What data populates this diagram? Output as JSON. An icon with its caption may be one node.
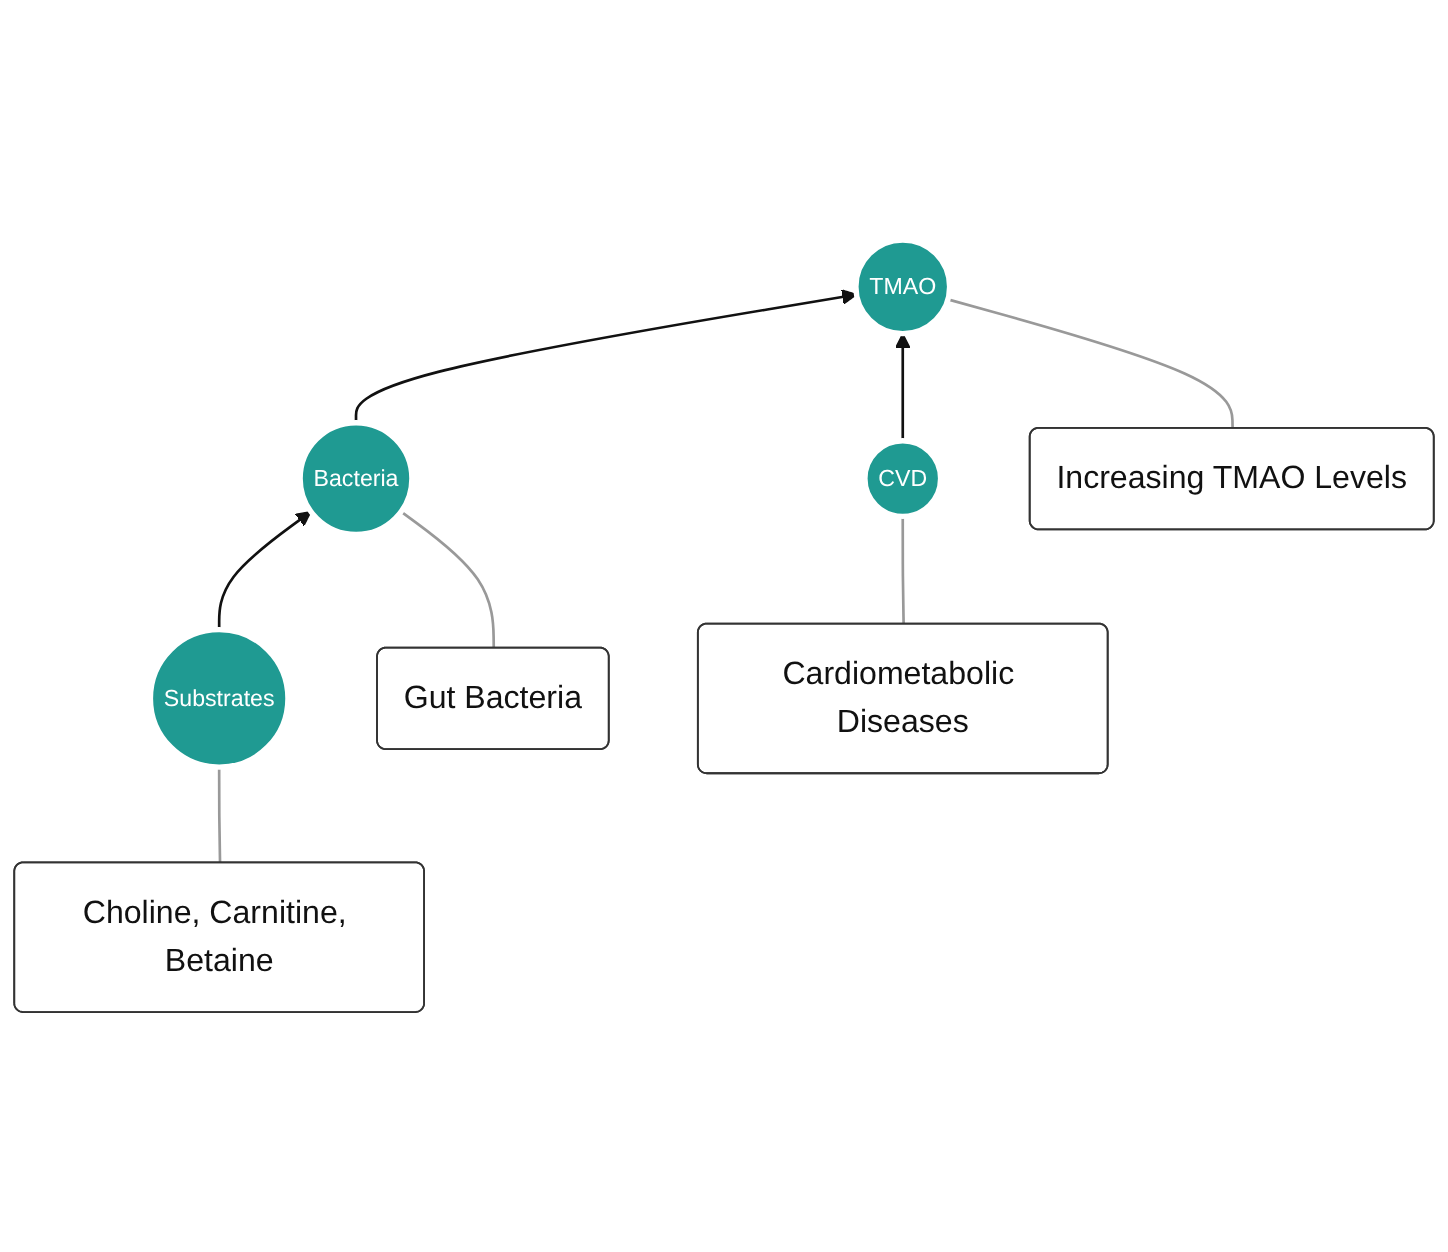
{
  "diagram": {
    "nodes": [
      {
        "text": [
          "Bacteria"
        ]
      },
      {
        "text": [
          "Gut Bacteria"
        ]
      },
      {
        "text": [
          "TMAO"
        ]
      },
      {
        "text": [
          "Increasing TMAO Levels"
        ]
      },
      {
        "text": [
          "Substrates"
        ]
      },
      {
        "text": [
          "Choline, Carnitine, Betaine"
        ]
      },
      {
        "text": [
          "CVD"
        ]
      },
      {
        "text": [
          "Cardiometabolic Diseases"
        ]
      }
    ],
    "edges": [
      {
        "from": 4,
        "to": 0,
        "arrow": "to",
        "color": "#111111"
      },
      {
        "from": 0,
        "to": 2,
        "arrow": "to",
        "color": "#111111"
      },
      {
        "from": 6,
        "to": 2,
        "arrow": "to",
        "color": "#111111"
      },
      {
        "from": 1,
        "to": 0,
        "arrow": "none"
      },
      {
        "from": 3,
        "to": 2,
        "arrow": "none"
      },
      {
        "from": 5,
        "to": 4,
        "arrow": "none"
      },
      {
        "from": 7,
        "to": 6,
        "arrow": "none"
      }
    ]
  }
}
